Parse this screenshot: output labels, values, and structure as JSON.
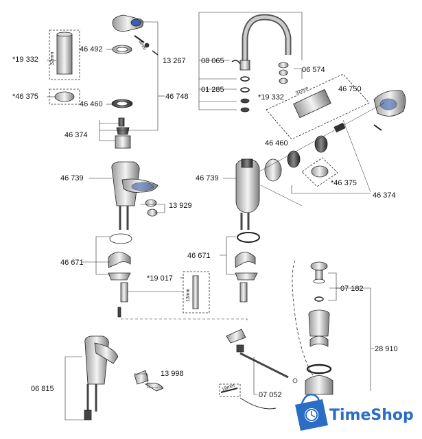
{
  "labels": {
    "p19332_left": "*19 332",
    "p46492": "46 492",
    "p46375_left": "*46 375",
    "p46460_left": "46 460",
    "p46748": "46 748",
    "p46374_left": "46 374",
    "p46739_left": "46 739",
    "p13929": "13 929",
    "p46671_left": "46 671",
    "p19017": "*19 017",
    "p13998": "13 998",
    "p06815": "06 815",
    "p13267": "13 267",
    "p08065": "08 065",
    "p06574": "06 574",
    "p01285": "01 285",
    "p46750": "46 750",
    "p19332_mid": "*19 332",
    "p46460_right": "46 460",
    "p46739_mid": "46 739",
    "p46375_right": "*46 375",
    "p46374_right": "46 374",
    "p46671_mid": "46 671",
    "p07182": "07 182",
    "p28910": "28 910",
    "p07052": "07 052"
  },
  "dims": {
    "d32mm_left": "32mm",
    "d3mm": "3mm",
    "d32mm_right": "32mm",
    "d13mm": "13mm",
    "d19mm": "19mm"
  },
  "brand": {
    "name": "TimeShop",
    "color": "#2b6cc4",
    "icon": "shopping-bag-clock-icon"
  }
}
